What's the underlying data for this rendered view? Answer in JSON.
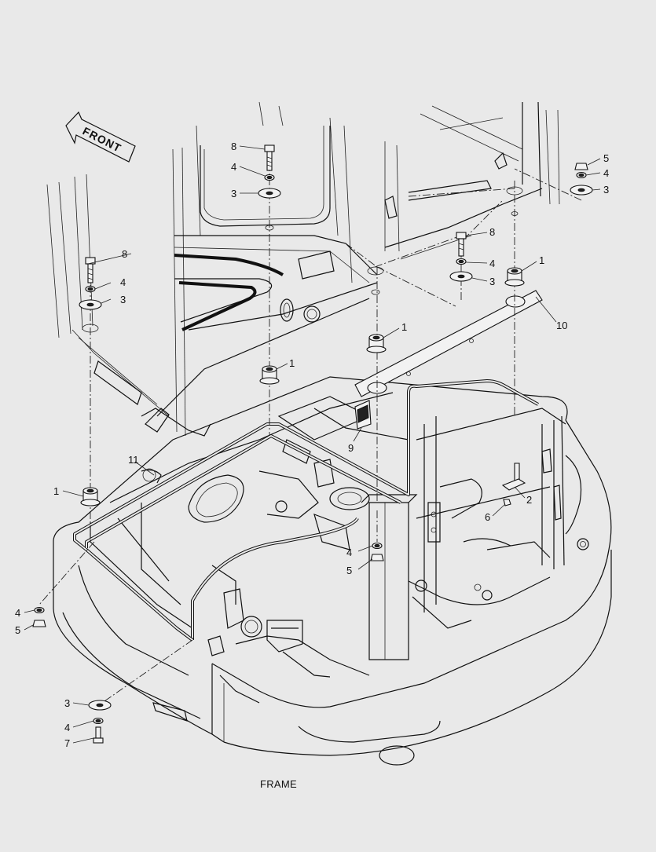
{
  "caption": "FRAME",
  "front_arrow": "FRONT",
  "callouts": {
    "c_8a": "8",
    "c_4a": "4",
    "c_3a": "3",
    "c_8b": "8",
    "c_4b": "4",
    "c_3b": "3",
    "c_8c": "8",
    "c_4c": "4",
    "c_3c": "3",
    "c_5d": "5",
    "c_4d": "4",
    "c_3d": "3",
    "c_1a": "1",
    "c_1b": "1",
    "c_1c": "1",
    "c_1d": "1",
    "c_10": "10",
    "c_9": "9",
    "c_11": "11",
    "c_2": "2",
    "c_6": "6",
    "c_4e": "4",
    "c_5e": "5",
    "c_4f": "4",
    "c_5f": "5",
    "c_3g": "3",
    "c_4g": "4",
    "c_7": "7"
  }
}
